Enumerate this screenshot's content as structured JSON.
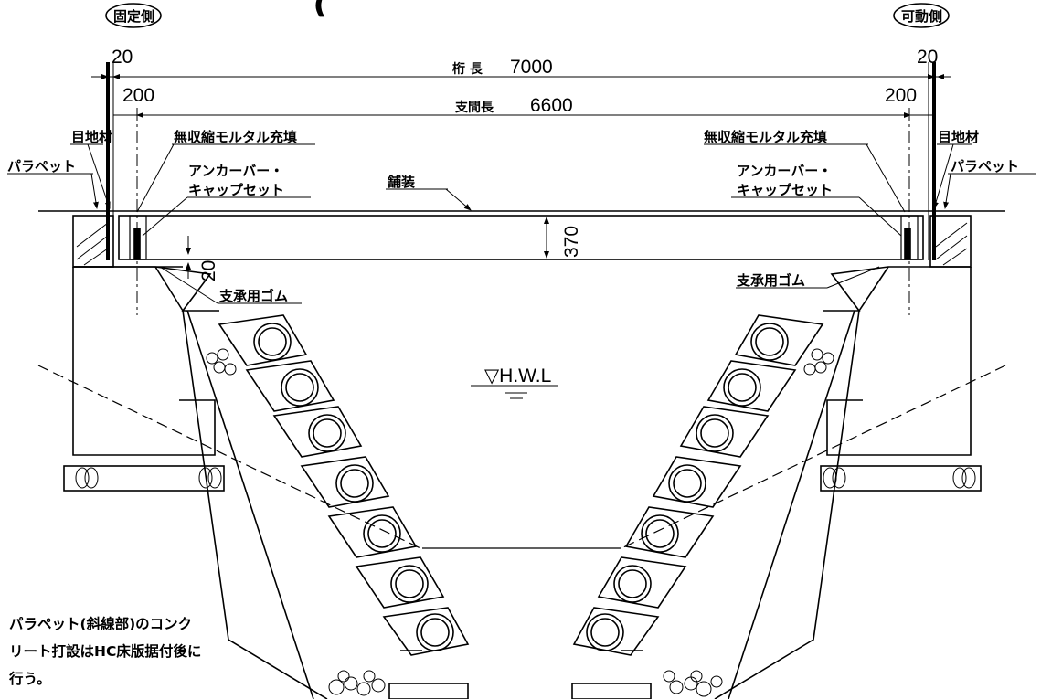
{
  "title_partial": "(",
  "side_labels": {
    "fixed": "固定側",
    "movable": "可動側"
  },
  "dimensions": {
    "girder_length_label": "桁 長",
    "girder_length": "7000",
    "span_length_label": "支間長",
    "span_length": "6600",
    "joint_gap_left": "20",
    "joint_gap_right": "20",
    "bearing_offset_left": "200",
    "bearing_offset_right": "200",
    "slab_thickness": "370",
    "bearing_rubber_thickness": "20"
  },
  "labels": {
    "joint_material": "目地材",
    "parapet": "パラペット",
    "grout": "無収縮モルタル充填",
    "anchor_bar_line1": "アンカーバー・",
    "anchor_bar_line2": "キャップセット",
    "pavement": "舗装",
    "bearing_rubber": "支承用ゴム",
    "hwl": "▽H.W.L"
  },
  "note": {
    "line1": "パラペット(斜線部)のコンク",
    "line2": "リート打設はHC床版据付後に",
    "line3": "行う。"
  }
}
